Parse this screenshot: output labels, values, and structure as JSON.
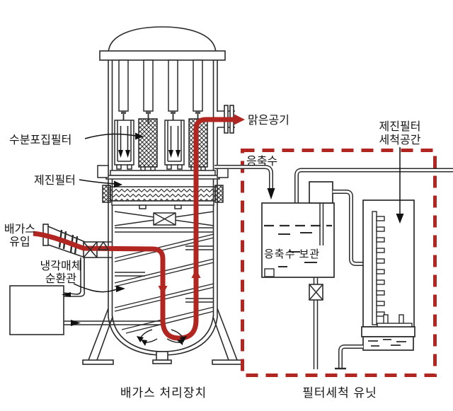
{
  "diagram": {
    "title_left": "배가스 처리장치",
    "title_right": "필터세척 유닛",
    "labels": {
      "moisture_filter": "수분포집필터",
      "dust_filter": "제진필터",
      "gas_inlet_line1": "배가스",
      "gas_inlet_line2": "유입",
      "coolant_line1": "냉각매체",
      "coolant_line2": "순환관",
      "clean_air": "맑은공기",
      "condensate": "응축수",
      "wash_space_line1": "제진필터",
      "wash_space_line2": "세척공간",
      "condensate_storage": "응축수 보관"
    },
    "colors": {
      "flow_red": "#b22622",
      "dash_red": "#b22622",
      "line": "#2b2b2b"
    }
  }
}
